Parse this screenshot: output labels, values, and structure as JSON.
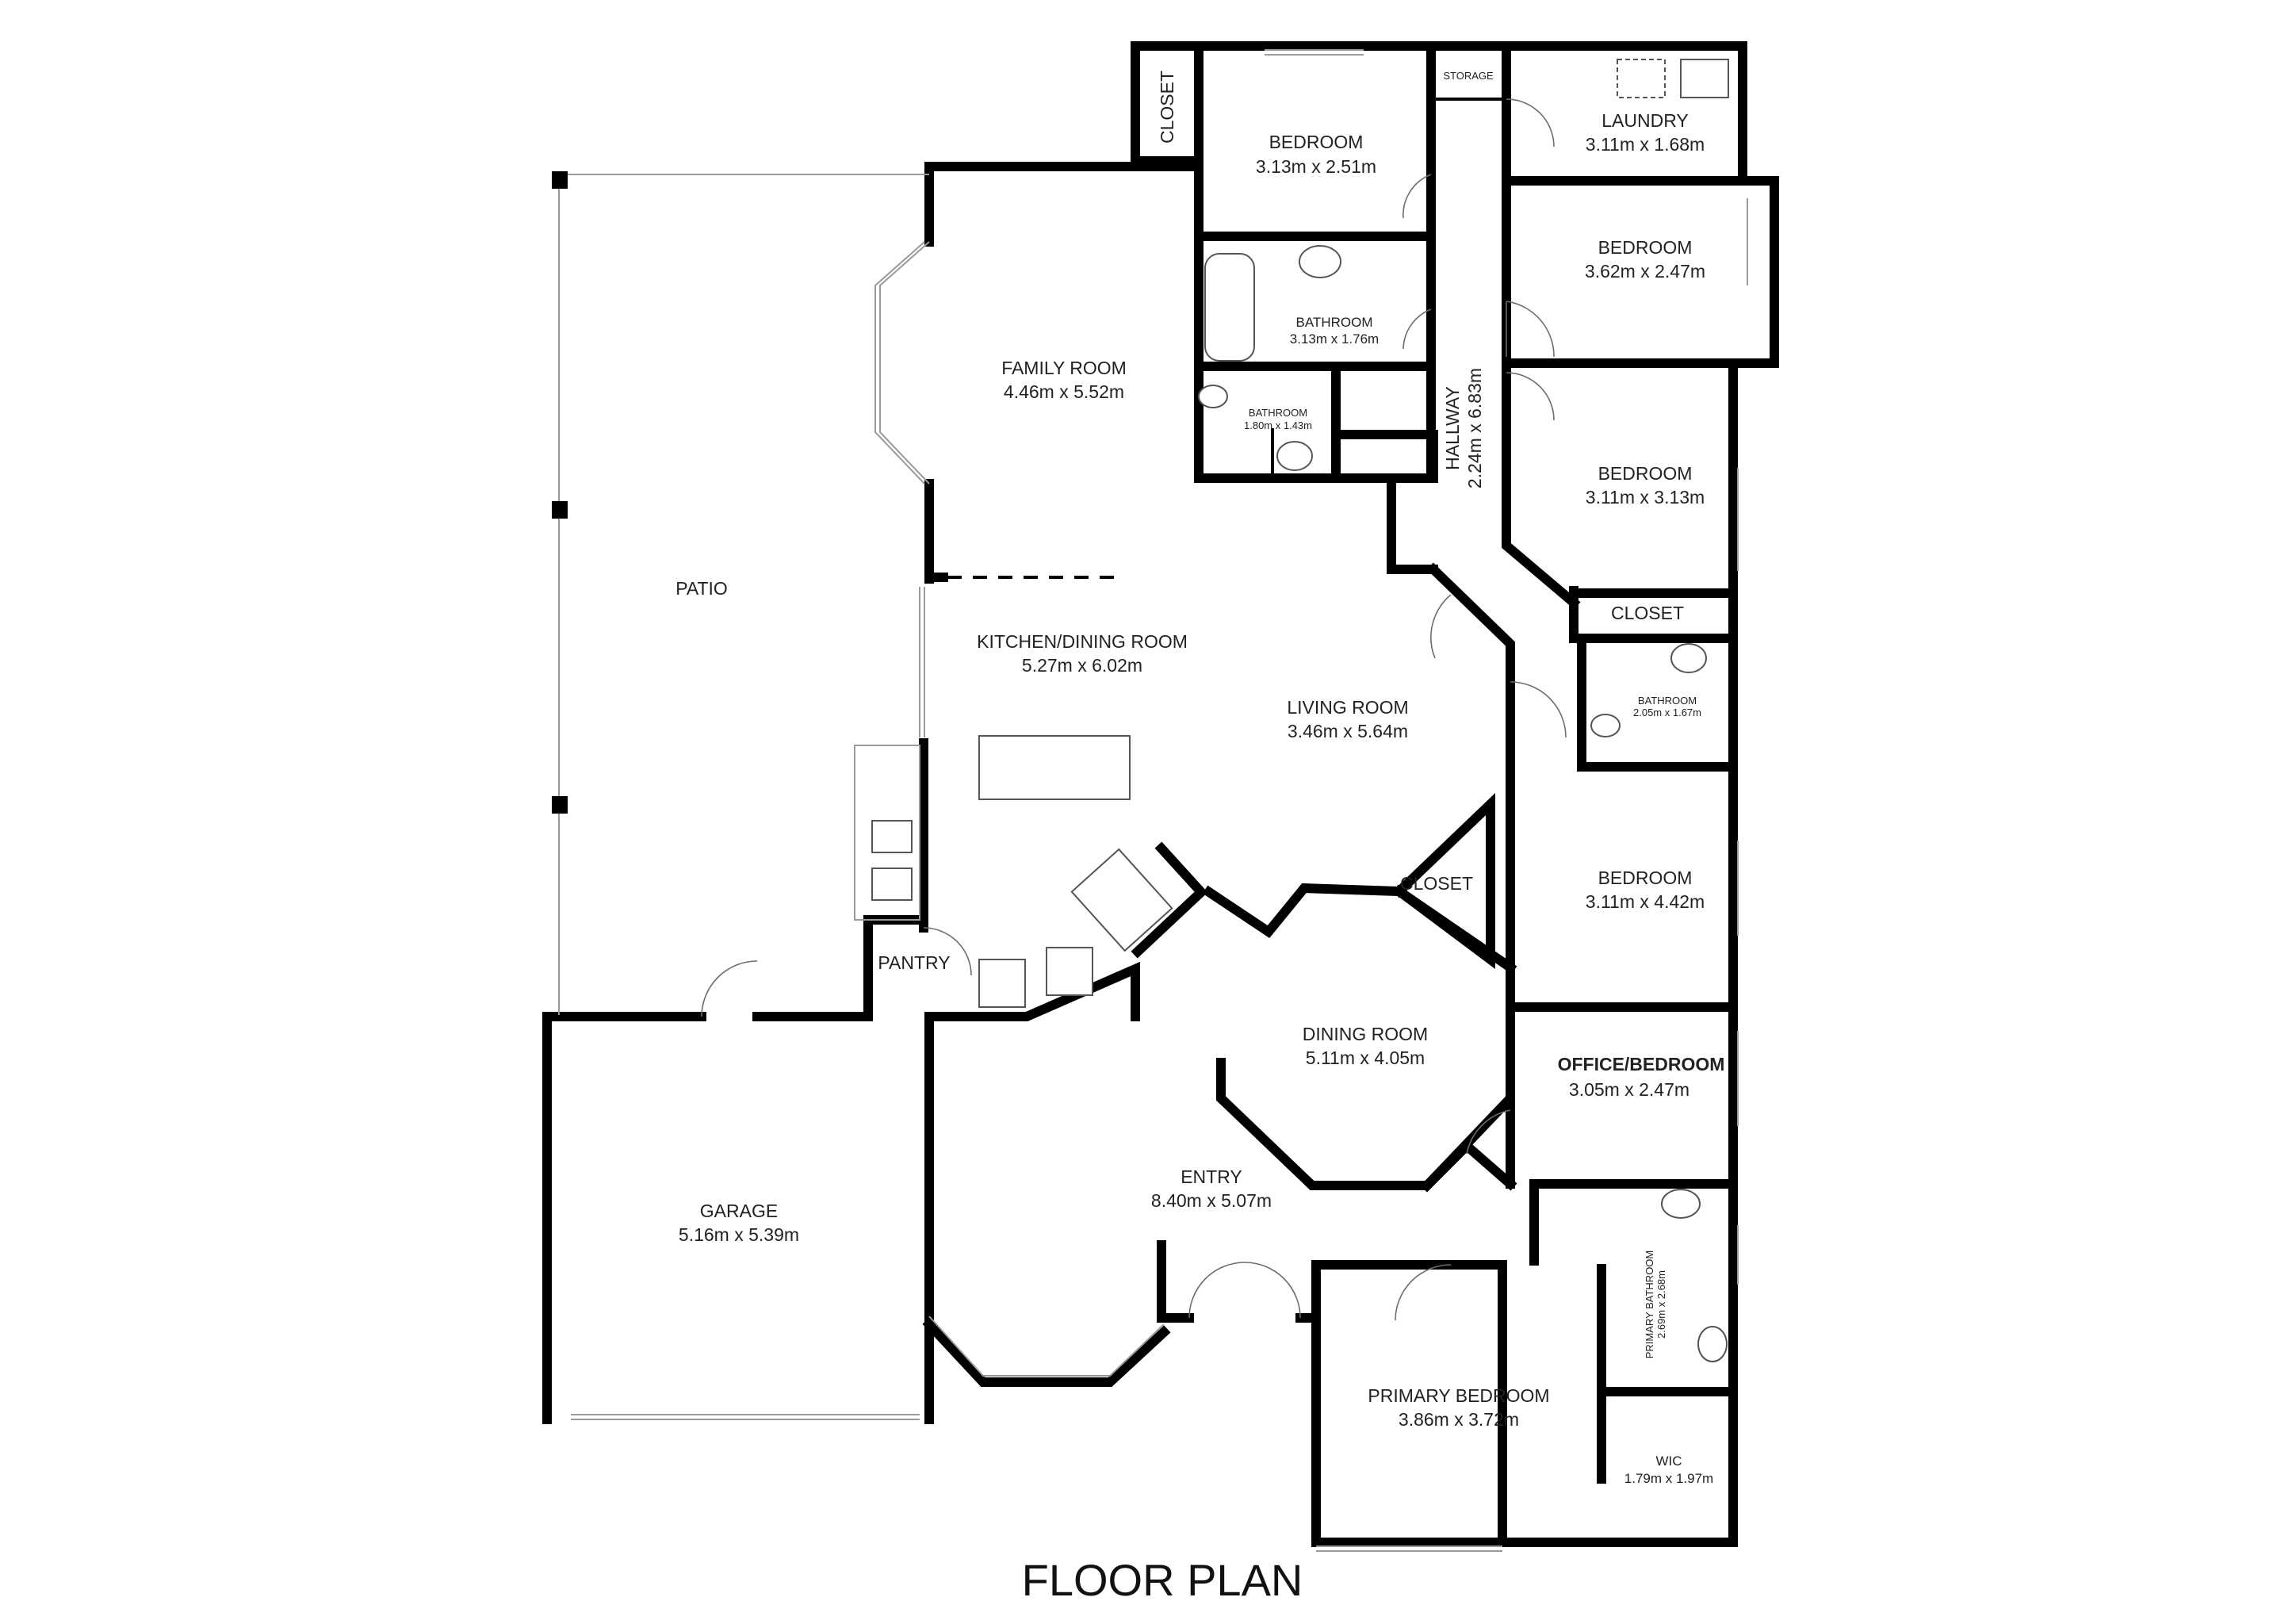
{
  "title": "FLOOR PLAN",
  "rooms": {
    "bedroom_top": {
      "name": "BEDROOM",
      "size": "3.13m x 2.51m"
    },
    "closet_top": {
      "name": "CLOSET"
    },
    "storage": {
      "name": "STORAGE"
    },
    "laundry": {
      "name": "LAUNDRY",
      "size": "3.11m x 1.68m"
    },
    "bedroom_2": {
      "name": "BEDROOM",
      "size": "3.62m x 2.47m"
    },
    "bathroom_main": {
      "name": "BATHROOM",
      "size": "3.13m x 1.76m"
    },
    "bathroom_small": {
      "name": "BATHROOM",
      "size": "1.80m x 1.43m"
    },
    "family_room": {
      "name": "FAMILY ROOM",
      "size": "4.46m x 5.52m"
    },
    "hallway": {
      "name": "HALLWAY",
      "size": "2.24m x 6.83m"
    },
    "bedroom_3": {
      "name": "BEDROOM",
      "size": "3.11m x 3.13m"
    },
    "closet_right": {
      "name": "CLOSET"
    },
    "patio": {
      "name": "PATIO"
    },
    "kitchen": {
      "name": "KITCHEN/DINING ROOM",
      "size": "5.27m x 6.02m"
    },
    "living_room": {
      "name": "LIVING ROOM",
      "size": "3.46m x 5.64m"
    },
    "bathroom_right": {
      "name": "BATHROOM",
      "size": "2.05m x 1.67m"
    },
    "closet_mid": {
      "name": "CLOSET"
    },
    "bedroom_4": {
      "name": "BEDROOM",
      "size": "3.11m x 4.42m"
    },
    "pantry": {
      "name": "PANTRY"
    },
    "dining_room": {
      "name": "DINING ROOM",
      "size": "5.11m x 4.05m"
    },
    "office": {
      "name": "OFFICE/BEDROOM",
      "size": "3.05m x 2.47m"
    },
    "garage": {
      "name": "GARAGE",
      "size": "5.16m x 5.39m"
    },
    "entry": {
      "name": "ENTRY",
      "size": "8.40m x 5.07m"
    },
    "primary_bathroom": {
      "name": "PRIMARY BATHROOM",
      "size": "2.69m x 2.68m"
    },
    "primary_bedroom": {
      "name": "PRIMARY BEDROOM",
      "size": "3.86m x 3.72m"
    },
    "wic": {
      "name": "WIC",
      "size": "1.79m x 1.97m"
    }
  }
}
